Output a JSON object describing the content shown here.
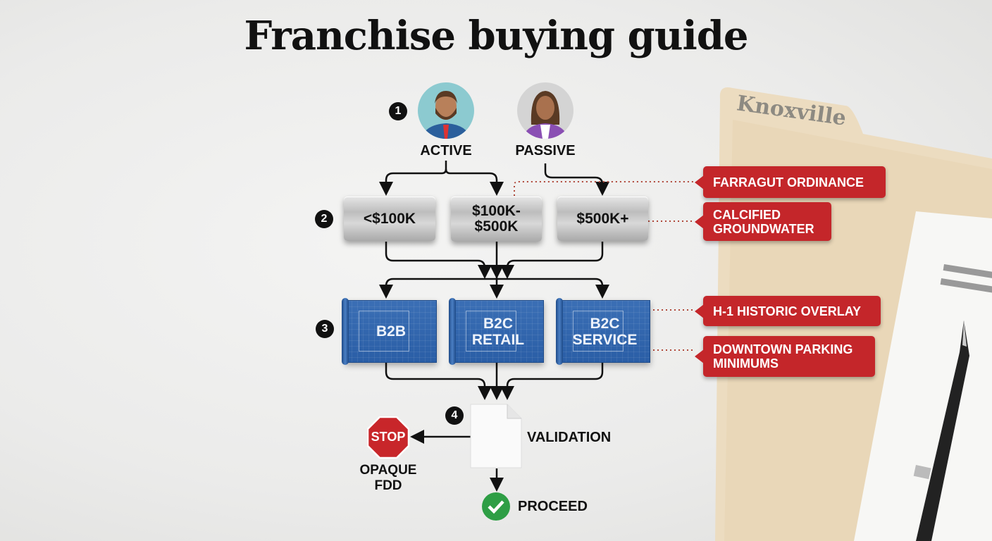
{
  "title": "Franchise buying guide",
  "folder_tab": "Knoxville",
  "steps": [
    {
      "number": "1",
      "options": [
        "ACTIVE",
        "PASSIVE"
      ]
    },
    {
      "number": "2",
      "options": [
        "<$100K",
        "$100K-\n$500K",
        "$500K+"
      ]
    },
    {
      "number": "3",
      "options": [
        "B2B",
        "B2C\nRETAIL",
        "B2C\nSERVICE"
      ]
    },
    {
      "number": "4",
      "label": "VALIDATION"
    }
  ],
  "outcomes": {
    "stop_sign": "STOP",
    "stop_label": "OPAQUE\nFDD",
    "proceed_label": "PROCEED"
  },
  "callouts": [
    "FARRAGUT ORDINANCE",
    "CALCIFIED\nGROUNDWATER",
    "H-1 HISTORIC OVERLAY",
    "DOWNTOWN PARKING\nMINIMUMS"
  ],
  "colors": {
    "callout": "#c4262a",
    "blueprint": "#2f64ab",
    "proceed": "#2e9e45",
    "stop": "#c8262a"
  }
}
